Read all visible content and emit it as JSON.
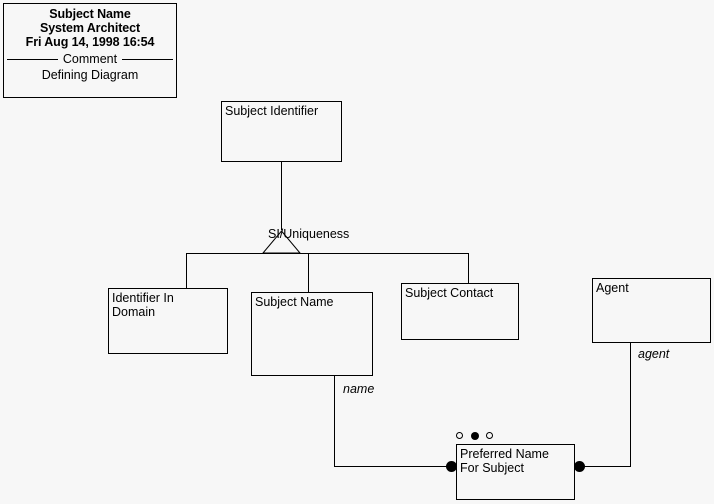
{
  "title_block": {
    "name": "Subject Name",
    "role": "System Architect",
    "timestamp": "Fri Aug 14, 1998  16:54",
    "comment_label": "Comment",
    "comment_text": "Defining Diagram"
  },
  "entities": {
    "subject_identifier": "Subject Identifier",
    "identifier_in_domain": "Identifier In\nDomain",
    "subject_name": "Subject Name",
    "subject_contact": "Subject Contact",
    "agent": "Agent",
    "preferred_name_for_subject": "Preferred Name\nFor Subject"
  },
  "labels": {
    "uniqueness_constraint": "SI/Uniqueness",
    "role_name": "name",
    "role_agent": "agent"
  },
  "colors": {
    "background": "#f7f7f7",
    "line": "#000000",
    "text": "#000000"
  }
}
